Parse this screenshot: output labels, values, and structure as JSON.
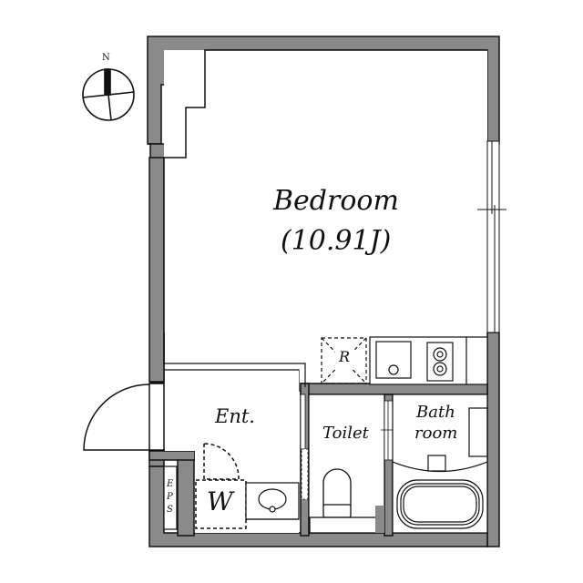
{
  "compass": {
    "label": "N"
  },
  "rooms": {
    "bedroom": {
      "name": "Bedroom",
      "area": "(10.91J)"
    },
    "entrance": {
      "name": "Ent."
    },
    "toilet": {
      "name": "Toilet"
    },
    "bath": {
      "line1": "Bath",
      "line2": "room"
    },
    "closet": {
      "name": "W"
    },
    "refrigerator": {
      "name": "R"
    },
    "eps": {
      "l1": "E",
      "l2": "P",
      "l3": "S"
    }
  },
  "colors": {
    "wall": "#8a8a8a",
    "line": "#111111",
    "background": "#ffffff"
  }
}
